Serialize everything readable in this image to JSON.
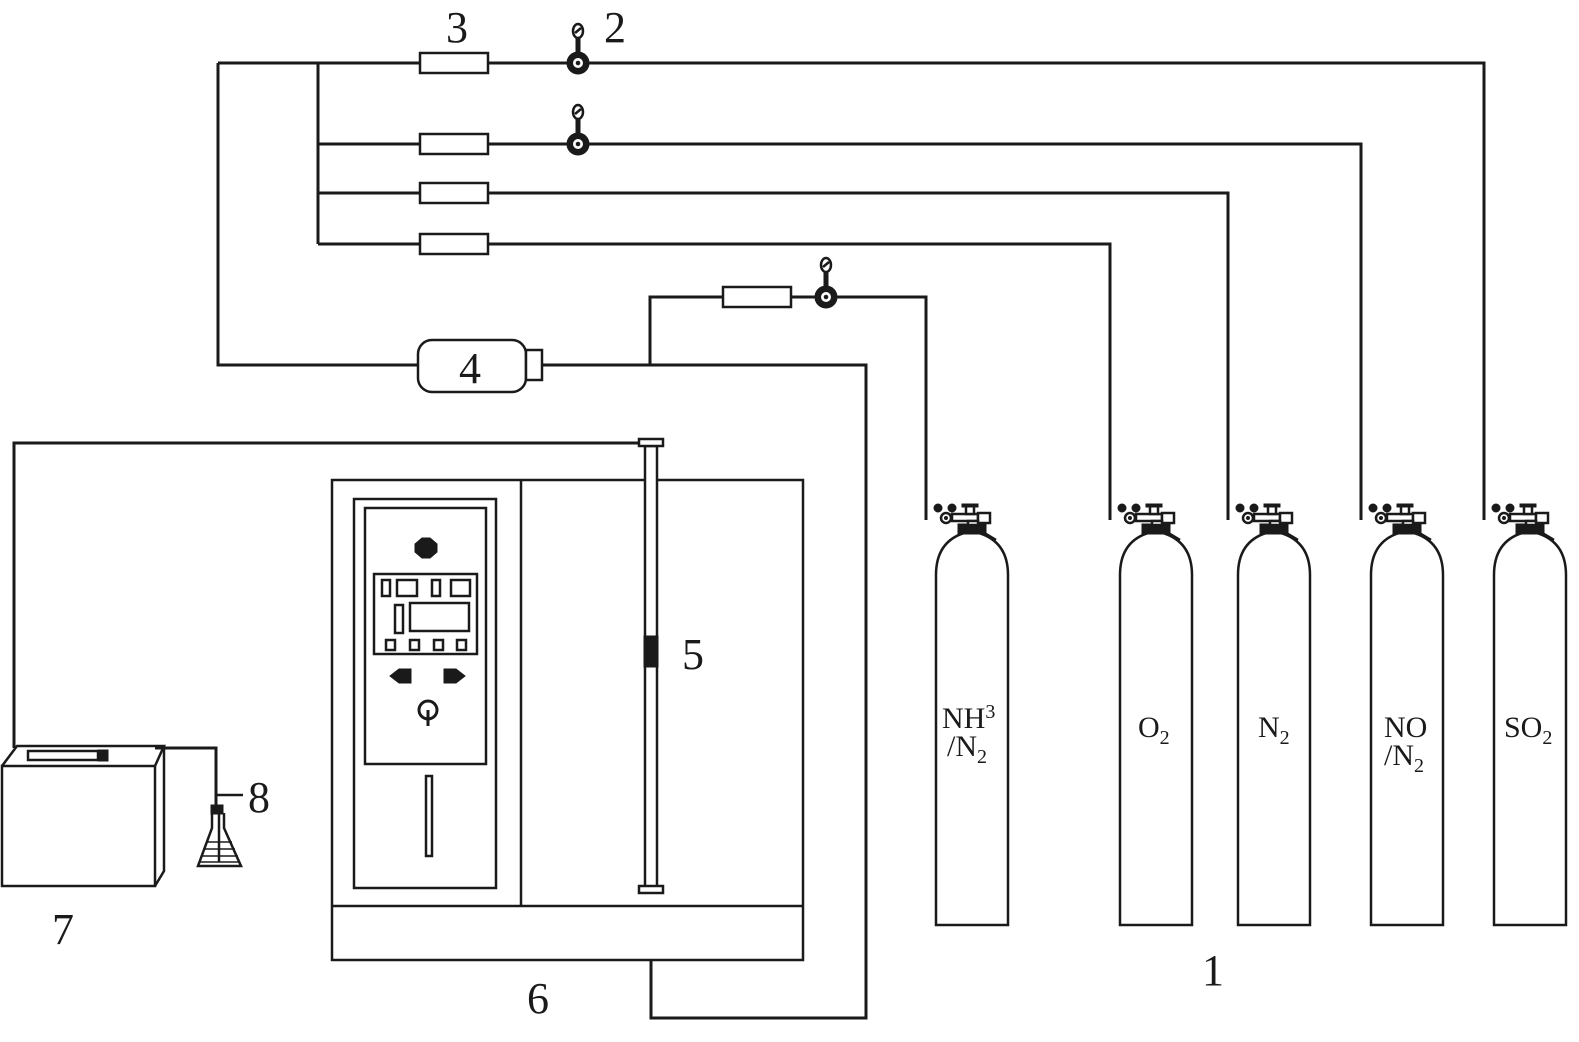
{
  "labels": {
    "cylinders": "1",
    "valve": "2",
    "flowmeter": "3",
    "mixer": "4",
    "reactor": "5",
    "furnace": "6",
    "analyzer": "7",
    "absorber": "8"
  },
  "gases": {
    "nh3": {
      "main": "NH",
      "sub": "3",
      "line2_main": "/N",
      "line2_sub": "2"
    },
    "o2": {
      "main": "O",
      "sub": "2"
    },
    "n2": {
      "main": "N",
      "sub": "2"
    },
    "no": {
      "main": "NO",
      "line2_main": "/N",
      "line2_sub": "2"
    },
    "so2": {
      "main": "SO",
      "sub": "2"
    }
  }
}
